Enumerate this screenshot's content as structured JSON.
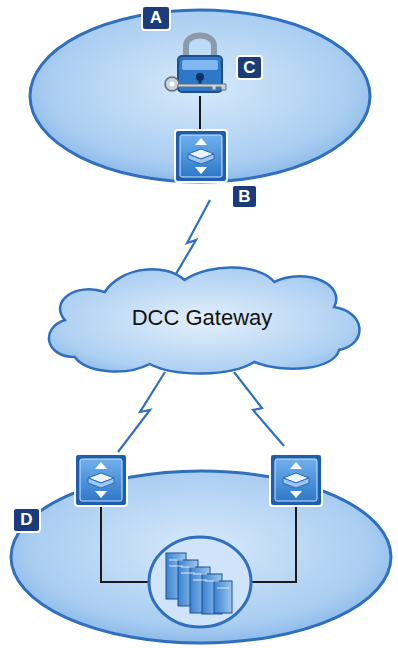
{
  "diagram": {
    "nodes": [
      {
        "text": [
          "DCC Gateway"
        ]
      }
    ],
    "labels": [
      "A",
      "C",
      "B",
      "D"
    ]
  }
}
